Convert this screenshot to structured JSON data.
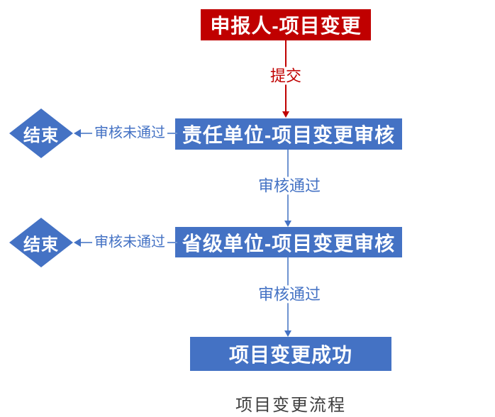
{
  "diagram": {
    "caption": "项目变更流程",
    "nodes": {
      "applicant": {
        "label": "申报人-项目变更",
        "fill": "#C00000",
        "text_color": "#FFFFFF"
      },
      "unit_review": {
        "label": "责任单位-项目变更审核",
        "fill": "#4472C4",
        "text_color": "#FFFFFF"
      },
      "province_review": {
        "label": "省级单位-项目变更审核",
        "fill": "#4472C4",
        "text_color": "#FFFFFF"
      },
      "success": {
        "label": "项目变更成功",
        "fill": "#4472C4",
        "text_color": "#FFFFFF"
      },
      "end_1": {
        "label": "结束",
        "shape": "diamond",
        "fill": "#4472C4",
        "text_color": "#FFFFFF"
      },
      "end_2": {
        "label": "结束",
        "shape": "diamond",
        "fill": "#4472C4",
        "text_color": "#FFFFFF"
      }
    },
    "edges": {
      "submit": {
        "label": "提交",
        "from": "applicant",
        "to": "unit_review",
        "color": "#C00000",
        "direction": "down"
      },
      "pass_1": {
        "label": "审核通过",
        "from": "unit_review",
        "to": "province_review",
        "color": "#4472C4",
        "direction": "down"
      },
      "pass_2": {
        "label": "审核通过",
        "from": "province_review",
        "to": "success",
        "color": "#4472C4",
        "direction": "down"
      },
      "fail_1": {
        "label": "审核未通过",
        "from": "unit_review",
        "to": "end_1",
        "color": "#4472C4",
        "direction": "left"
      },
      "fail_2": {
        "label": "审核未通过",
        "from": "province_review",
        "to": "end_2",
        "color": "#4472C4",
        "direction": "left"
      }
    }
  }
}
